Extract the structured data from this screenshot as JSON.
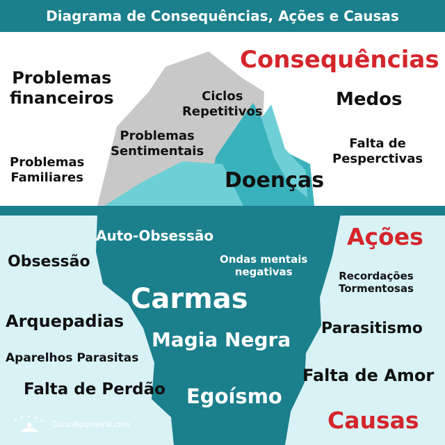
{
  "title": "Diagrama de Consequências, Ações e Causas",
  "colors": {
    "header": "#1b7f8c",
    "sky": "#ffffff",
    "water": "#d8f2f6",
    "waterline": "#1b7f8c",
    "ice_gray": "#c8c8c8",
    "ice_teal_light": "#6fcfd6",
    "ice_teal_mid": "#3ab2bb",
    "ice_submerged": "#1b7f8c",
    "heading_red": "#d4252b",
    "text_dark": "#111111",
    "text_white": "#ffffff"
  },
  "section_headings": {
    "consequences": "Consequências",
    "actions": "Ações",
    "causes": "Causas"
  },
  "consequences": {
    "financial_line1": "Problemas",
    "financial_line2": "financeiros",
    "cycles_line1": "Ciclos",
    "cycles_line2": "Repetitivos",
    "fears": "Medos",
    "sentimental_line1": "Problemas",
    "sentimental_line2": "Sentimentais",
    "perspective_line1": "Falta de",
    "perspective_line2": "Pesperctivas",
    "family_line1": "Problemas",
    "family_line2": "Familiares",
    "diseases": "Doenças"
  },
  "actions": {
    "self_obsession": "Auto-Obsessão",
    "mental_waves_line1": "Ondas mentais",
    "mental_waves_line2": "negativas",
    "obsession": "Obsessão",
    "memories_line1": "Recordações",
    "memories_line2": "Tormentosas",
    "arquepadias": "Arquepadias",
    "parasitism": "Parasitismo",
    "parasitic_devices": "Aparelhos Parasitas"
  },
  "causes": {
    "karmas": "Carmas",
    "black_magic": "Magia Negra",
    "unforgiveness": "Falta de Perdão",
    "lack_of_love": "Falta de Amor",
    "selfishness": "Egoísmo"
  },
  "brand": {
    "text": "CursoApometria.com",
    "icon": "person-stars-logo-icon"
  }
}
